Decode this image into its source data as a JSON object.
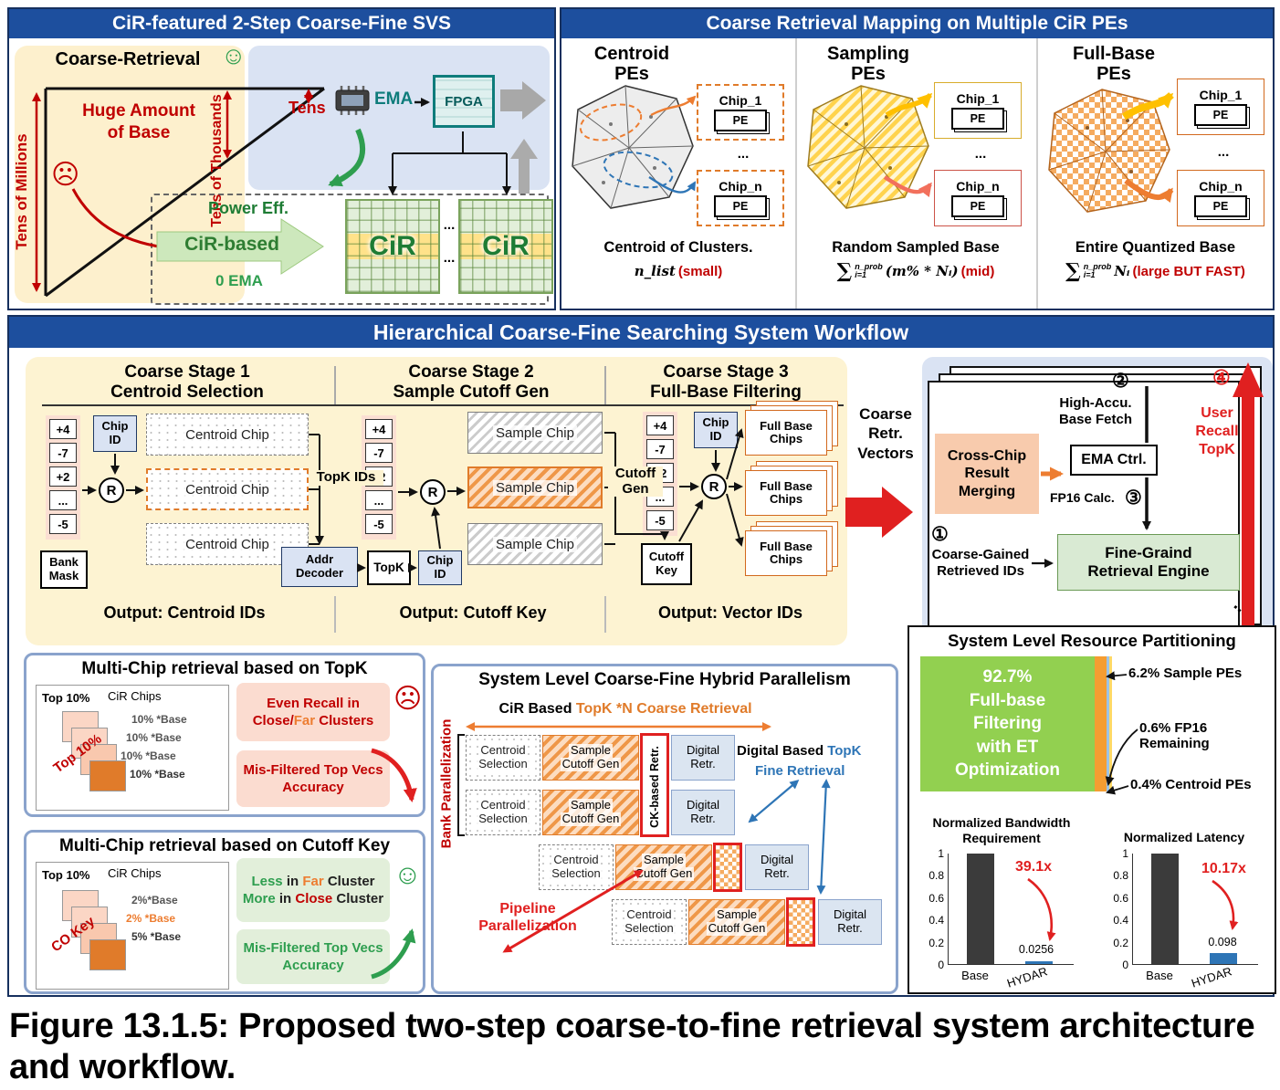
{
  "figure_caption": "Figure 13.1.5: Proposed two-step coarse-to-fine retrieval system architecture and workflow.",
  "colors": {
    "banner_blue": "#1d4f9e",
    "red": "#e02020",
    "dark_red": "#c00000",
    "orange": "#e07b2a",
    "green": "#2e9e4f",
    "bar_base": "#3b3b3b",
    "bar_hydar": "#2e75b6",
    "resource_green": "#92d050",
    "resource_orange": "#f59d31"
  },
  "svs": {
    "title": "CiR-featured 2-Step Coarse-Fine SVS",
    "coarse_retrieval": "Coarse-Retrieval",
    "happy": "☺",
    "sad": "☹",
    "huge1": "Huge Amount",
    "huge2": "of Base",
    "millions": "Tens of Millions",
    "thousands": "Tens of Thousands",
    "tens": "Tens",
    "ema": "EMA",
    "fpga": "FPGA",
    "power_eff": "Power Eff.",
    "cir_based": "CiR-based",
    "zero_ema": "0 EMA",
    "cir": "CiR",
    "dots": "..."
  },
  "mapping": {
    "title": "Coarse Retrieval Mapping on Multiple CiR PEs",
    "chip1": "Chip_1",
    "chipn": "Chip_n",
    "pe": "PE",
    "dots": "...",
    "columns": [
      {
        "h1": "Centroid",
        "h2": "PEs",
        "caption": "Centroid of Clusters.",
        "formula": "n_list",
        "note": "(small)"
      },
      {
        "h1": "Sampling",
        "h2": "PEs",
        "caption": "Random Sampled Base",
        "sigma": "∑",
        "upper": "n_prob",
        "lower": "i=1",
        "formula": "(m% * Nᵢ)",
        "note": "(mid)"
      },
      {
        "h1": "Full-Base",
        "h2": "PEs",
        "caption": "Entire Quantized Base",
        "sigma": "∑",
        "upper": "n_prob",
        "lower": "i=1",
        "formula": "Nᵢ",
        "note": "(large BUT FAST)"
      }
    ]
  },
  "workflow": {
    "banner": "Hierarchical Coarse-Fine Searching System Workflow",
    "vector": [
      "+4",
      "-7",
      "+2",
      "...",
      "-5"
    ],
    "r": "R",
    "cid1": "Chip",
    "cid2": "ID",
    "bank1": "Bank",
    "bank2": "Mask",
    "topk_ids": "TopK IDs",
    "addr1": "Addr",
    "addr2": "Decoder",
    "topk": "TopK",
    "cgen1": "Cutoff",
    "cgen2": "Gen",
    "ckey1": "Cutoff",
    "ckey2": "Key",
    "stage1": {
      "t1": "Coarse Stage 1",
      "t2": "Centroid Selection",
      "chip": "Centroid Chip",
      "output": "Output: Centroid IDs"
    },
    "stage2": {
      "t1": "Coarse Stage 2",
      "t2": "Sample Cutoff Gen",
      "chip": "Sample Chip",
      "output": "Output: Cutoff Key"
    },
    "stage3": {
      "t1": "Coarse Stage 3",
      "t2": "Full-Base Filtering",
      "chip1": "Full Base",
      "chip2": "Chips",
      "output": "Output: Vector IDs"
    },
    "crv1": "Coarse",
    "crv2": "Retr.",
    "crv3": "Vectors",
    "cross_chip": "Cross-Chip Result Merging",
    "high_accu": "High-Accu. Base Fetch",
    "ema_ctrl": "EMA Ctrl.",
    "fp16": "FP16 Calc.",
    "engine1": "Fine-Graind",
    "engine2": "Retrieval Engine",
    "gained1": "Coarse-Gained",
    "gained2": "Retrieved IDs",
    "ur1": "User",
    "ur2": "Recall",
    "ur3": "TopK",
    "n1": "①",
    "n2": "②",
    "n3": "③",
    "n4": "④",
    "dots": "..."
  },
  "topk_panel": {
    "title": "Multi-Chip retrieval based on TopK",
    "top": "Top 10%",
    "chips": "CiR Chips",
    "bases": [
      "10% *Base",
      "10% *Base",
      "10% *Base",
      "10% *Base"
    ],
    "rotated": "Top 10%",
    "even": "Even Recall in",
    "close": "Close",
    "slash": "/",
    "far": "Far",
    "clusters": " Clusters",
    "mis1": "Mis-Filtered Top Vecs",
    "mis2": "Accuracy",
    "face": "☹"
  },
  "cutoff_panel": {
    "title": "Multi-Chip retrieval based on Cutoff Key",
    "top": "Top 10%",
    "chips": "CiR Chips",
    "bases": [
      "2%*Base",
      "2% *Base",
      "5% *Base"
    ],
    "rotated": "CO Key",
    "less": "Less",
    "in1": " in ",
    "far": "Far",
    "cluster1": " Cluster",
    "more": "More",
    "in2": " in ",
    "close": "Close",
    "cluster2": " Cluster",
    "mis1": "Mis-Filtered Top Vecs",
    "mis2": "Accuracy",
    "face": "☺"
  },
  "parallelism": {
    "title": "System Level Coarse-Fine Hybrid Parallelism",
    "cir_based": "CiR Based ",
    "coarse_retrieval": "TopK *N Coarse Retrieval",
    "bank": "Bank Parallelization",
    "centroid1": "Centroid",
    "centroid2": "Selection",
    "sample1": "Sample",
    "sample2": "Cutoff Gen",
    "ck": "CK-based Retr.",
    "digital1": "Digital",
    "digital2": "Retr.",
    "digital_based": "Digital Based ",
    "topk": "TopK",
    "fine": "Fine Retrieval",
    "pipeline1": "Pipeline",
    "pipeline2": "Parallelization"
  },
  "resource": {
    "title": "System Level Resource Partitioning",
    "green_lines": [
      "92.7%",
      "Full-base",
      "Filtering",
      "with ET",
      "Optimization"
    ],
    "label_sample": "6.2% Sample PEs",
    "label_fp16": "0.6% FP16 Remaining",
    "label_centroid": "0.4% Centroid PEs"
  },
  "charts": {
    "bandwidth": {
      "t1": "Normalized Bandwidth",
      "t2": "Requirement",
      "annotation": "39.1x",
      "value": "0.0256",
      "x1": "Base",
      "x2": "HYDAR",
      "yticks": [
        "1",
        "0.8",
        "0.6",
        "0.4",
        "0.2",
        "0"
      ]
    },
    "latency": {
      "t1": "Normalized Latency",
      "t2": "",
      "annotation": "10.17x",
      "value": "0.098",
      "x1": "Base",
      "x2": "HYDAR",
      "yticks": [
        "1",
        "0.8",
        "0.6",
        "0.4",
        "0.2",
        "0"
      ]
    }
  },
  "chart_data": [
    {
      "type": "bar",
      "title": "Normalized Bandwidth Requirement",
      "categories": [
        "Base",
        "HYDAR"
      ],
      "values": [
        1,
        0.0256
      ],
      "ylim": [
        0,
        1
      ],
      "yticks": [
        0,
        0.2,
        0.4,
        0.6,
        0.8,
        1
      ],
      "annotation": "39.1x",
      "bar_colors": [
        "#3b3b3b",
        "#2e75b6"
      ],
      "legend": false,
      "grid": false
    },
    {
      "type": "bar",
      "title": "Normalized Latency",
      "categories": [
        "Base",
        "HYDAR"
      ],
      "values": [
        1,
        0.098
      ],
      "ylim": [
        0,
        1
      ],
      "yticks": [
        0,
        0.2,
        0.4,
        0.6,
        0.8,
        1
      ],
      "annotation": "10.17x",
      "bar_colors": [
        "#3b3b3b",
        "#2e75b6"
      ],
      "legend": false,
      "grid": false
    },
    {
      "type": "bar",
      "title": "System Level Resource Partitioning (%)",
      "categories": [
        "Full-base Filtering with ET Optimization",
        "Sample PEs",
        "FP16 Remaining",
        "Centroid PEs"
      ],
      "values": [
        92.7,
        6.2,
        0.6,
        0.4
      ],
      "unit": "%"
    }
  ]
}
